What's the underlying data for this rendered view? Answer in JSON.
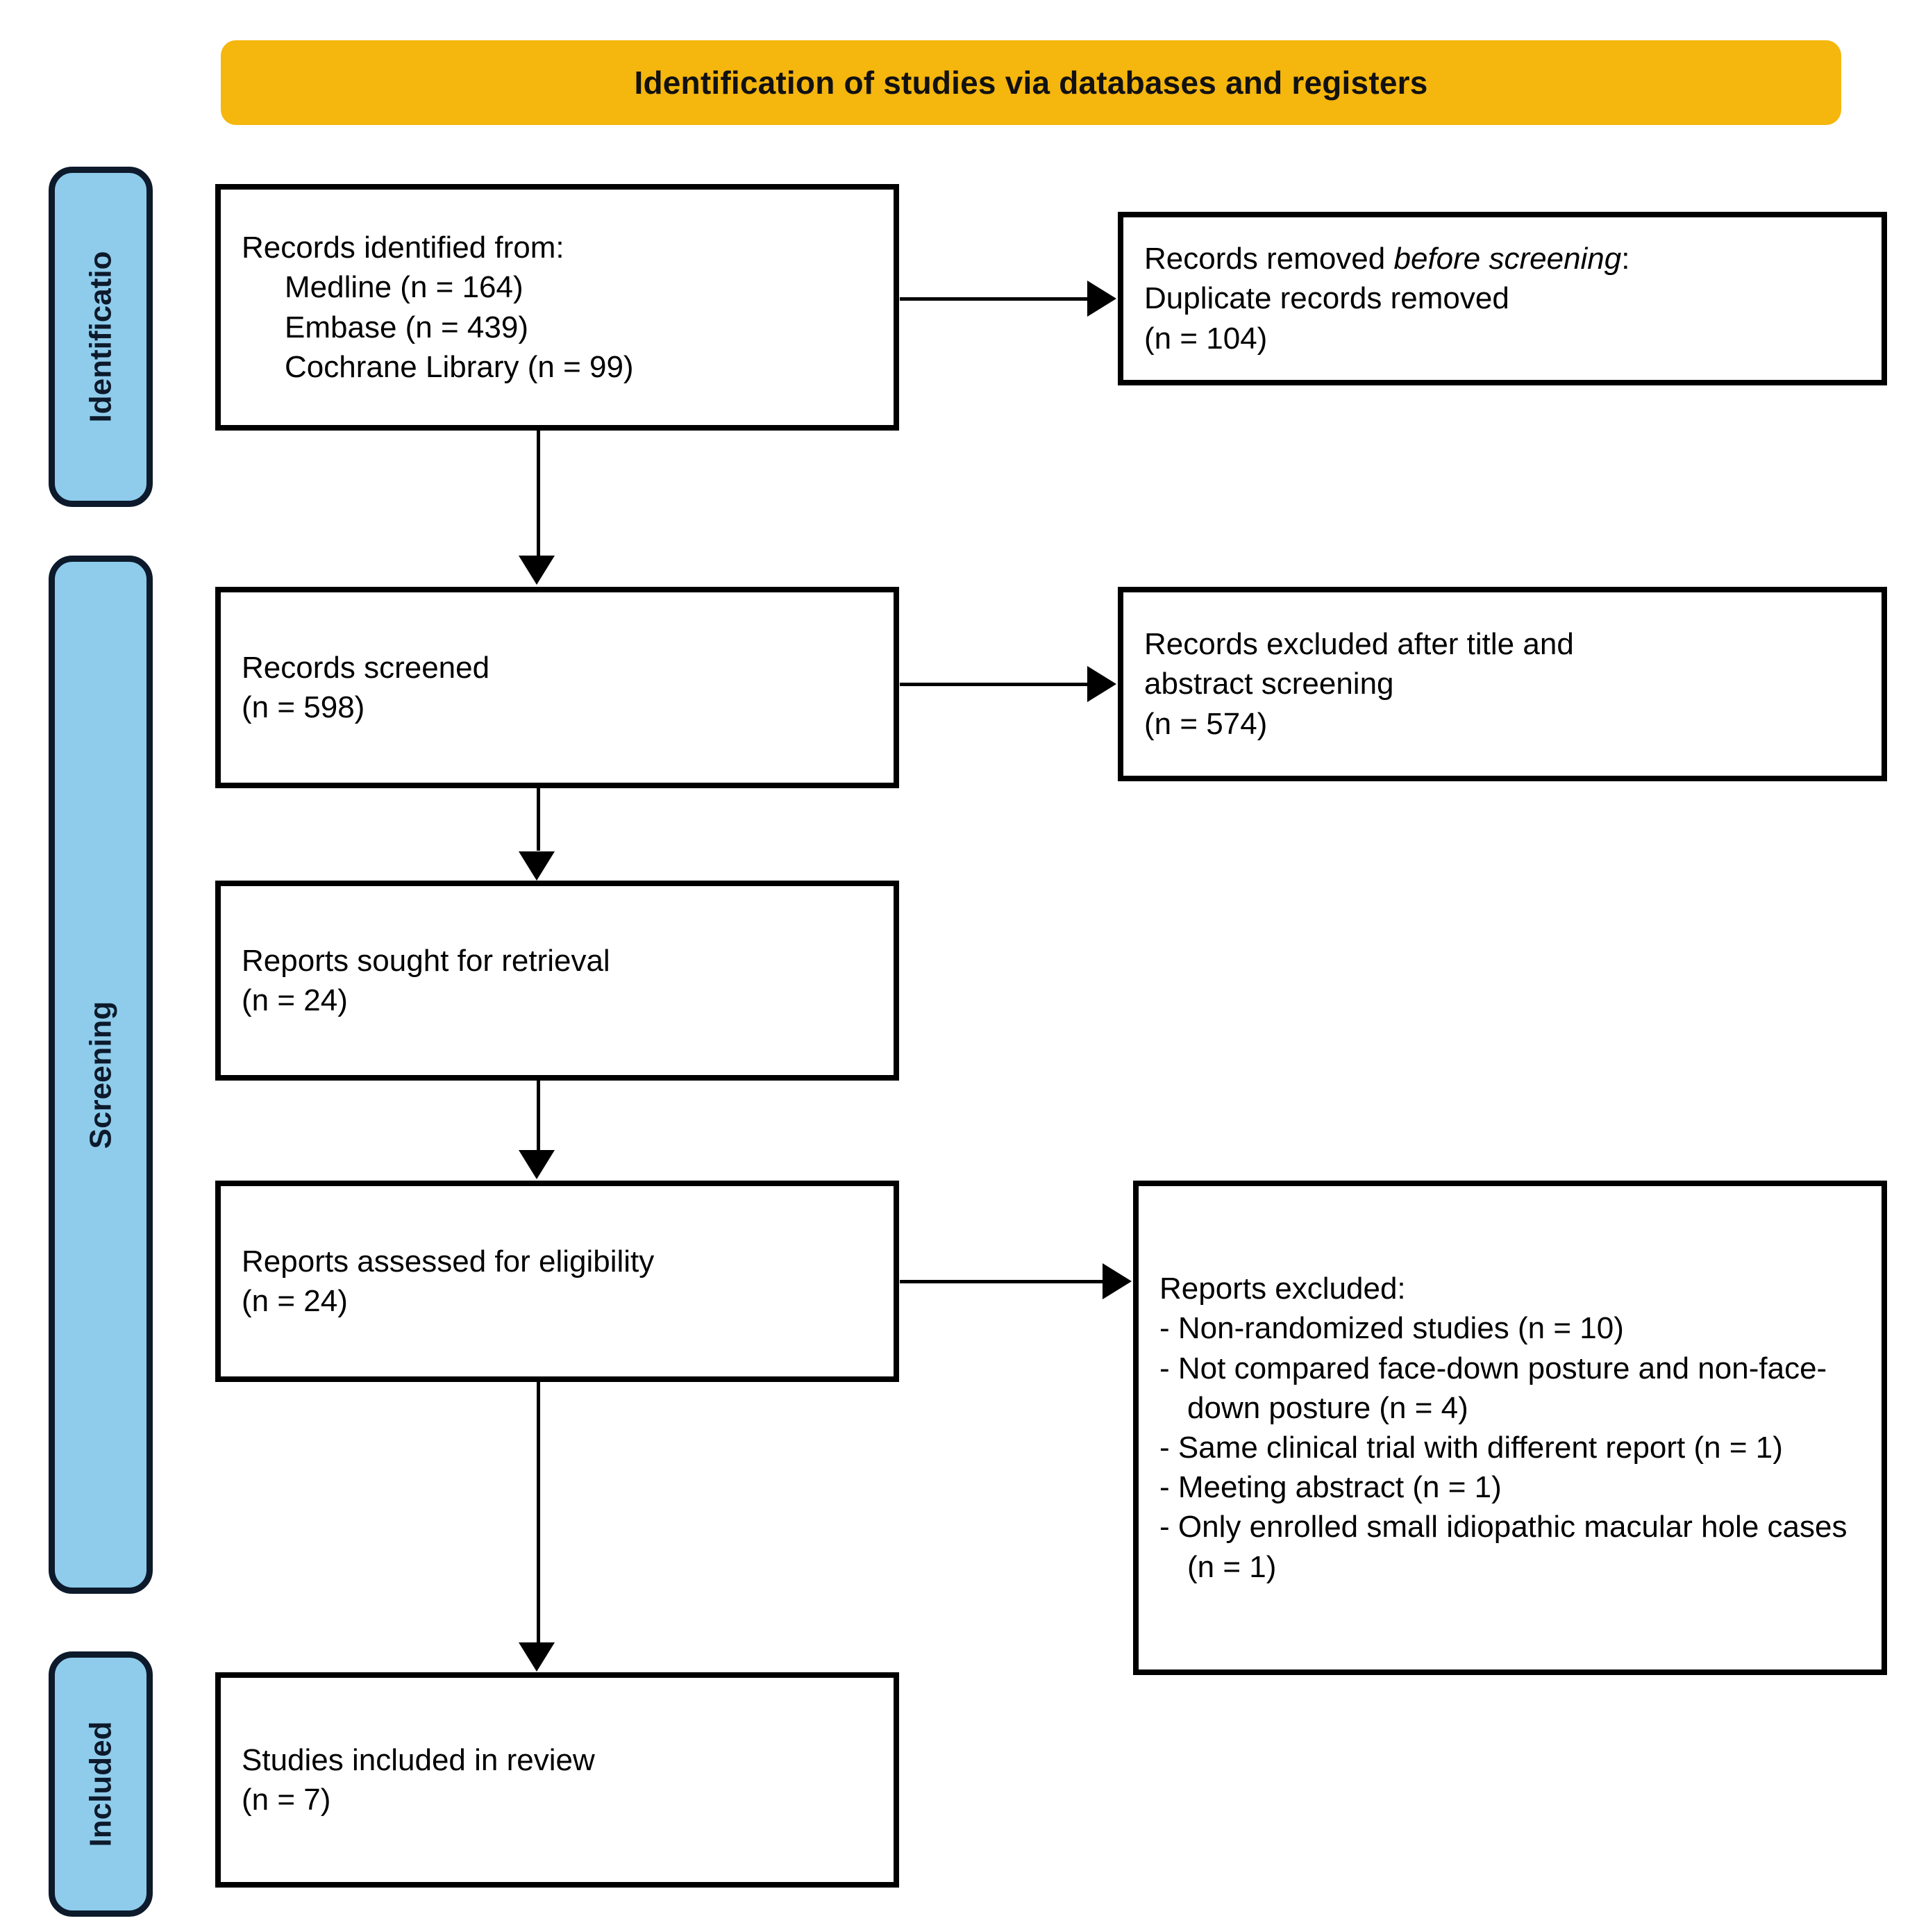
{
  "banner": {
    "title": "Identification of studies via databases and registers",
    "color": "#F5B60D"
  },
  "stages": {
    "identification": "Identificatio",
    "screening": "Screening",
    "included": "Included",
    "color": "#8FCCEC",
    "border_color": "#0D1A2B"
  },
  "boxes": {
    "identified": {
      "heading": "Records identified from:",
      "sources": [
        "Medline (n = 164)",
        "Embase (n = 439)",
        "Cochrane Library (n = 99)"
      ]
    },
    "removed": {
      "line1_prefix": "Records removed ",
      "line1_italic": "before screening",
      "line1_suffix": ":",
      "line2": "Duplicate records removed",
      "line3": "(n = 104)"
    },
    "screened": {
      "line1": "Records screened",
      "line2": "(n = 598)"
    },
    "excluded_title_abstract": {
      "line1": "Records excluded after title and",
      "line2": "abstract screening",
      "line3": "(n = 574)"
    },
    "sought": {
      "line1": "Reports sought for retrieval",
      "line2": "(n = 24)"
    },
    "assessed": {
      "line1": "Reports assessed for eligibility",
      "line2": "(n = 24)"
    },
    "excluded_reports": {
      "heading": "Reports excluded:",
      "reasons": [
        "- Non-randomized studies (n = 10)",
        "- Not compared face-down posture and non-face-down posture (n = 4)",
        "- Same clinical trial with different report (n = 1)",
        "- Meeting abstract (n = 1)",
        "- Only enrolled small idiopathic macular hole cases (n = 1)"
      ]
    },
    "included": {
      "line1": "Studies included in review",
      "line2": "(n = 7)"
    }
  }
}
